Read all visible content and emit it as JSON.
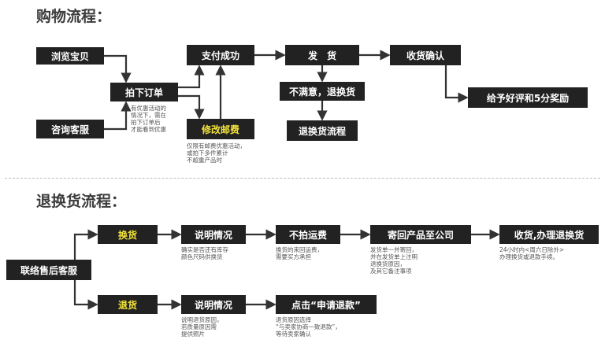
{
  "section1": {
    "title": "购物流程：",
    "nodes": {
      "browse": "浏览宝贝",
      "consult": "咨询客服",
      "order": "拍下订单",
      "modify_postage": "修改邮费",
      "pay": "支付成功",
      "ship": "发　货",
      "dissatisfied": "不满意，退换货",
      "return_flow": "退换货流程",
      "confirm": "收货确认",
      "review": "给予好评和5分奖励"
    },
    "notes": {
      "discount": "有优惠活动的\n情况下，需在\n拍下订单后\n才能看到优惠",
      "postage": "仅限有邮费优惠活动，\n或拍下多件累计\n不超重产品时"
    }
  },
  "section2": {
    "title": "退换货流程：",
    "nodes": {
      "contact": "联络售后客服",
      "exchange": "换货",
      "explain1": "说明情况",
      "no_shipping": "不拍运费",
      "send_back": "寄回产品至公司",
      "receive": "收货,办理退换货",
      "refund": "退货",
      "explain2": "说明情况",
      "apply_refund": "点击“申请退款”"
    },
    "notes": {
      "explain1": "确实是否还有库存\n颜色尺码供换货",
      "no_shipping": "换货的来回运费，\n需要买方承担",
      "send_back": "发货单一并寄回，\n并在发货单上注明\n退换货原因，\n及其它备注事项",
      "receive": "24小时内<周六日除外>\n办理换货或退款手续。",
      "explain2": "说明退货原因，\n若质量原因需\n提供照片",
      "apply_refund": "退货原因选择\n“与卖家协商一致退款”，\n等待卖家确认"
    }
  },
  "colors": {
    "box": "#222222",
    "highlight": "#f2e33a",
    "arrow": "#333333"
  }
}
